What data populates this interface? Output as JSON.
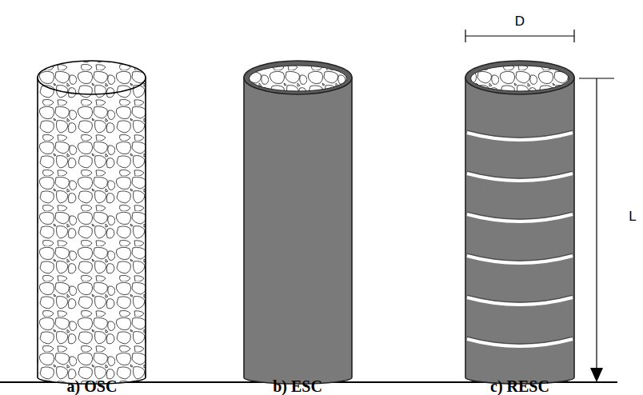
{
  "diagram": {
    "labels": [
      "D",
      "L",
      "a) OSC",
      "b) ESC",
      "c) RESC"
    ]
  }
}
